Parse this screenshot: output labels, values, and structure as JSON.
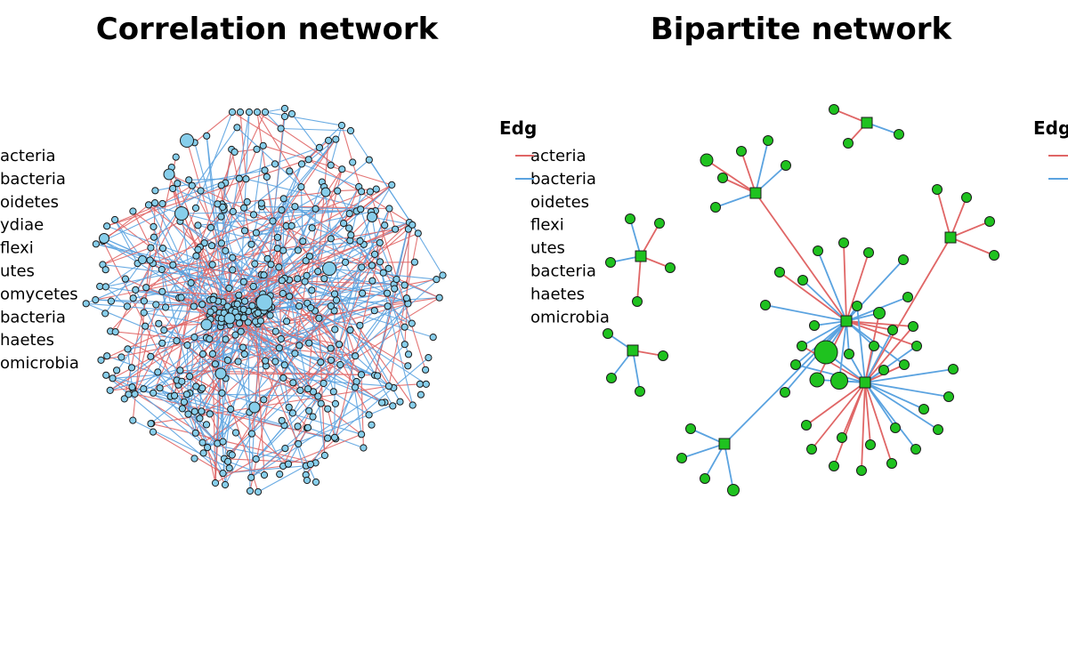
{
  "colors": {
    "positive_edge": "#e06666",
    "negative_edge": "#5ba3e0",
    "corr_node": "#87ceeb",
    "bip_node": "#1fc21f",
    "node_stroke": "#1a1a1a"
  },
  "correlation": {
    "title": "Correlation network",
    "taxa_labels": [
      "acteria",
      "bacteria",
      "oidetes",
      "ydiae",
      "flexi",
      "utes",
      "omycetes",
      "bacteria",
      "haetes",
      "omicrobia"
    ]
  },
  "bipartite": {
    "title": "Bipartite network",
    "taxa_labels": [
      "acteria",
      "bacteria",
      "oidetes",
      "flexi",
      "utes",
      "bacteria",
      "haetes",
      "omicrobia"
    ],
    "edge_legend_title": "Edg"
  },
  "middle_legend": {
    "title": "Edg"
  }
}
